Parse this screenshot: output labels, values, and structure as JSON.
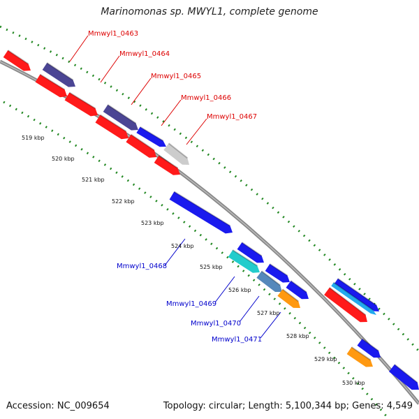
{
  "title": "Marinomonas sp. MWYL1, complete genome",
  "footer": {
    "accession": "Accession: NC_009654",
    "summary": "Topology: circular; Length: 5,100,344 bp; Genes: 4,549"
  },
  "colors": {
    "red": "#ff1a1a",
    "purple": "#4b4594",
    "blue": "#1a1aee",
    "gray": "#cccccc",
    "cyan": "#22cccc",
    "lightblue": "#22aaee",
    "steel": "#5588bb",
    "orange": "#ff9911",
    "tick": "#228822",
    "label_red": "#dd0000",
    "label_blue": "#0000cc"
  },
  "ticks": [
    "519 kbp",
    "520 kbp",
    "521 kbp",
    "522 kbp",
    "523 kbp",
    "524 kbp",
    "525 kbp",
    "526 kbp",
    "527 kbp",
    "528 kbp",
    "529 kbp",
    "530 kbp"
  ],
  "top_labels": [
    "Mmwyl1_0463",
    "Mmwyl1_0464",
    "Mmwyl1_0465",
    "Mmwyl1_0466",
    "Mmwyl1_0467"
  ],
  "bottom_labels": [
    "Mmwyl1_0468",
    "Mmwyl1_0469",
    "Mmwyl1_0470",
    "Mmwyl1_0471"
  ]
}
